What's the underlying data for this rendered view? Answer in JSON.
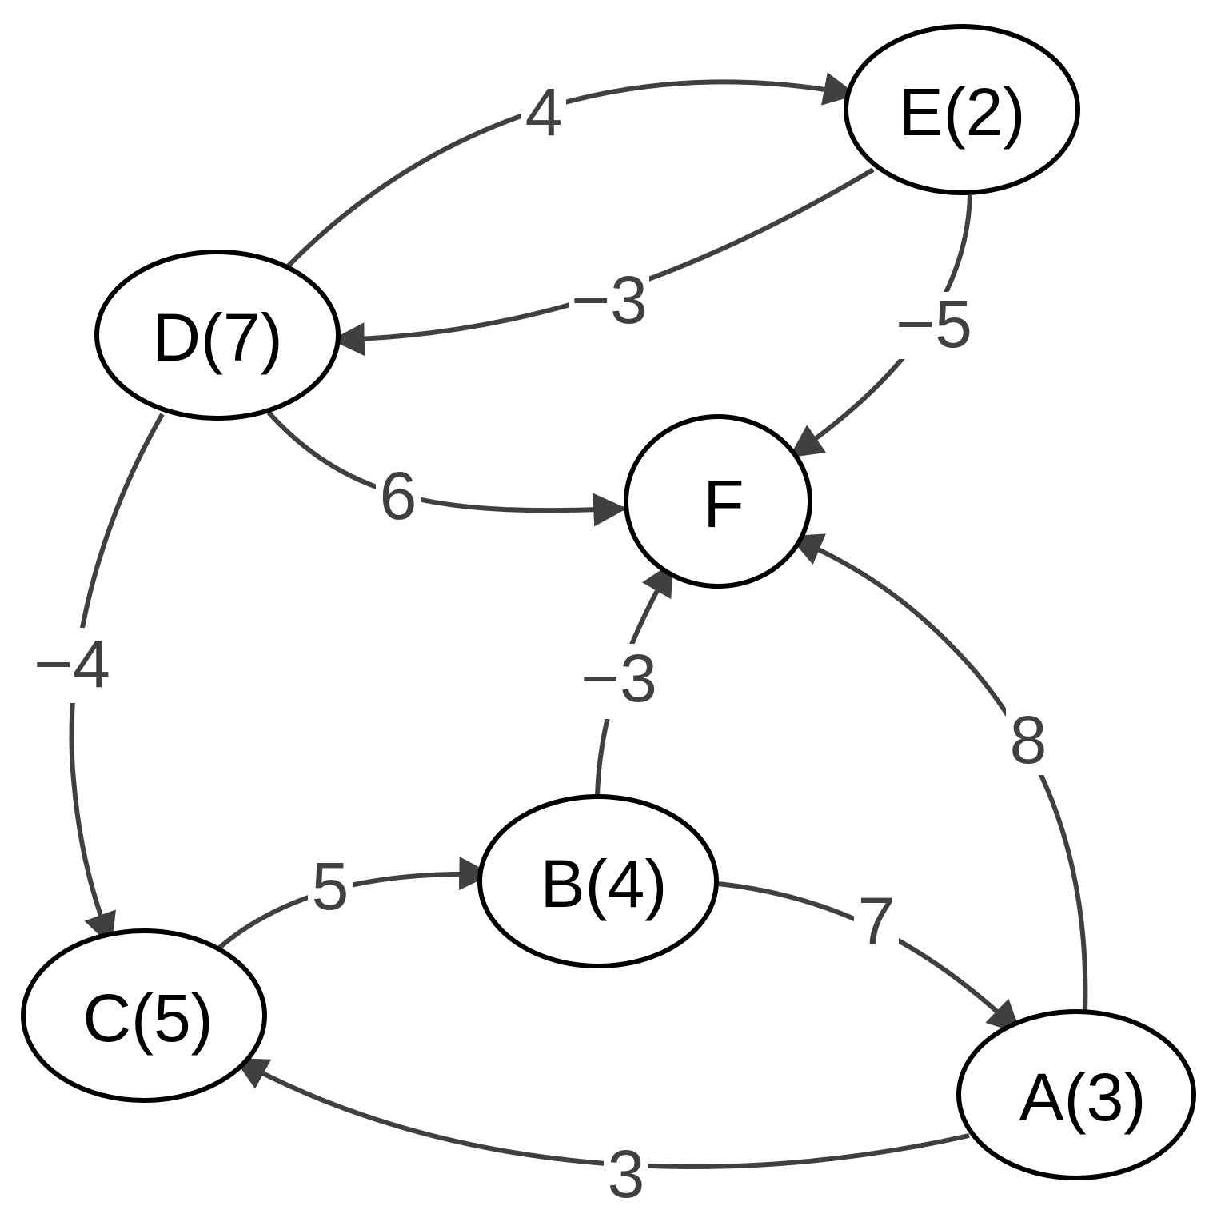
{
  "diagram": {
    "nodes": [
      {
        "id": "E",
        "label": "E(2)"
      },
      {
        "id": "D",
        "label": "D(7)"
      },
      {
        "id": "F",
        "label": "F"
      },
      {
        "id": "B",
        "label": "B(4)"
      },
      {
        "id": "C",
        "label": "C(5)"
      },
      {
        "id": "A",
        "label": "A(3)"
      }
    ],
    "edges": [
      {
        "from": "D",
        "to": "E",
        "label": "4"
      },
      {
        "from": "E",
        "to": "D",
        "label": "−3"
      },
      {
        "from": "E",
        "to": "F",
        "label": "−5"
      },
      {
        "from": "D",
        "to": "F",
        "label": "6"
      },
      {
        "from": "D",
        "to": "C",
        "label": "−4"
      },
      {
        "from": "B",
        "to": "F",
        "label": "−3"
      },
      {
        "from": "A",
        "to": "F",
        "label": "8"
      },
      {
        "from": "C",
        "to": "B",
        "label": "5"
      },
      {
        "from": "B",
        "to": "A",
        "label": "7"
      },
      {
        "from": "A",
        "to": "C",
        "label": "3"
      }
    ],
    "colors": {
      "edge": "#404040",
      "node_stroke": "#000000",
      "background": "#ffffff"
    }
  }
}
